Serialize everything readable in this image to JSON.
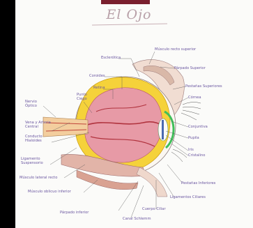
{
  "title": "El Ojo",
  "labels": {
    "esclerotica": "Esclerótica",
    "coroides": "Coroides",
    "retina": "Retina",
    "punto_ciego": "Punto Ciego",
    "nervio_optico": "Nervio Óptico",
    "vena_arteria_central": "Vena y Arteria Central",
    "conducto_hialoides": "Conducto Hialoides",
    "ligamento_suspensorio": "Ligamento Suspensorio",
    "musculo_lateral_recto": "Músculo lateral recto",
    "musculo_oblicuo_inferior": "Músculo oblicuo inferior",
    "parpado_inferior": "Párpado inferior",
    "canal_schlemm": "Canal Schlemm",
    "cuerpo_ciliar": "Cuerpo Ciliar",
    "ligamentos_ciliares": "Ligamentos Ciliares",
    "pestanas_inferiores": "Pestañas Inferiores",
    "cristalino": "Cristalino",
    "iris": "Iris",
    "pupila": "Pupila",
    "conjuntiva": "Conjuntiva",
    "cornea": "Córnea",
    "pestanas_superiores": "Pestañas Superiores",
    "parpado_superior": "Párpado Superior",
    "musculo_recto_superior": "Músculo recto superior"
  }
}
